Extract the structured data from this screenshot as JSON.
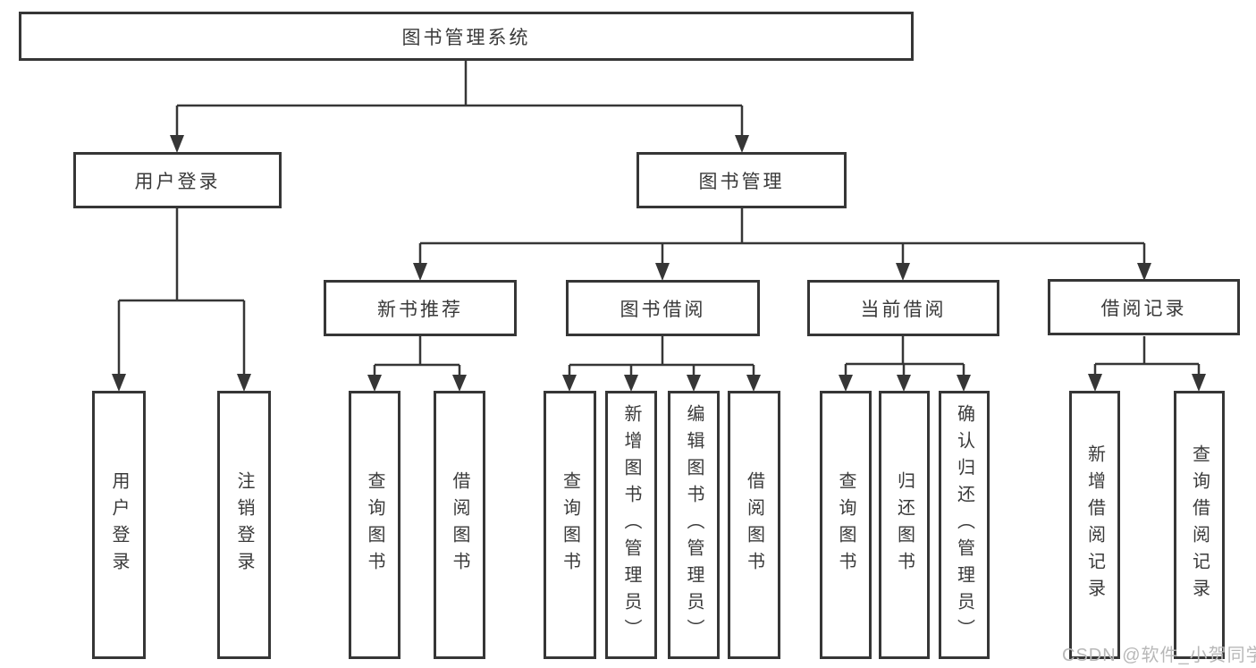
{
  "diagram": {
    "title_node": {
      "label": "图书管理系统"
    },
    "level2": [
      {
        "id": "user-login",
        "label": "用户登录",
        "parent": "图书管理系统"
      },
      {
        "id": "book-management",
        "label": "图书管理",
        "parent": "图书管理系统"
      }
    ],
    "level3": [
      {
        "id": "new-book-recommend",
        "label": "新书推荐",
        "parent": "图书管理"
      },
      {
        "id": "book-borrowing",
        "label": "图书借阅",
        "parent": "图书管理"
      },
      {
        "id": "current-borrowing",
        "label": "当前借阅",
        "parent": "图书管理"
      },
      {
        "id": "borrowing-records",
        "label": "借阅记录",
        "parent": "图书管理"
      }
    ],
    "leaves": [
      {
        "label": "用户登录",
        "parent": "用户登录"
      },
      {
        "label": "注销登录",
        "parent": "用户登录"
      },
      {
        "label": "查询图书",
        "parent": "新书推荐"
      },
      {
        "label": "借阅图书",
        "parent": "新书推荐"
      },
      {
        "label": "查询图书",
        "parent": "图书借阅"
      },
      {
        "label": "新增图书（管理员）",
        "parent": "图书借阅"
      },
      {
        "label": "编辑图书（管理员）",
        "parent": "图书借阅"
      },
      {
        "label": "借阅图书",
        "parent": "图书借阅"
      },
      {
        "label": "查询图书",
        "parent": "当前借阅"
      },
      {
        "label": "归还图书",
        "parent": "当前借阅"
      },
      {
        "label": "确认归还（管理员）",
        "parent": "当前借阅"
      },
      {
        "label": "新增借阅记录",
        "parent": "借阅记录"
      },
      {
        "label": "查询借阅记录",
        "parent": "借阅记录"
      }
    ]
  },
  "watermark": {
    "text": "CSDN @软件_小贺同学"
  },
  "colors": {
    "line": "#363636",
    "text": "#3a3a3a",
    "watermark": "#b8b8b8",
    "background": "#ffffff"
  }
}
